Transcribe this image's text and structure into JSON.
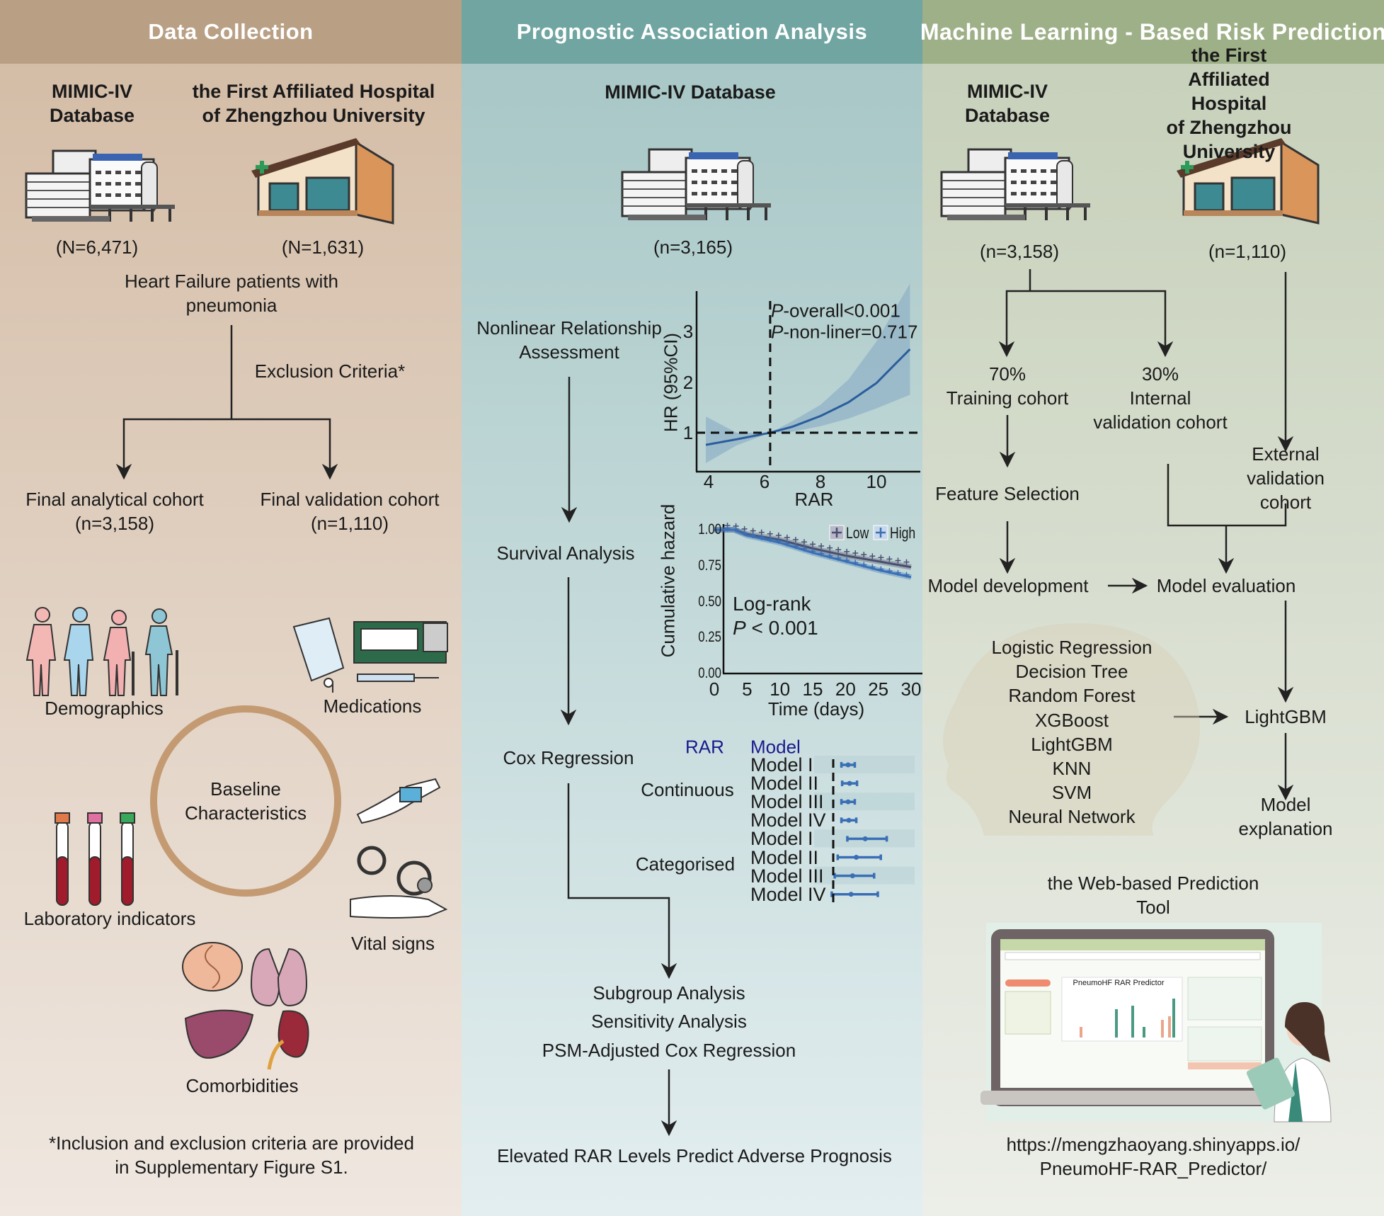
{
  "columns": {
    "data_collection": {
      "header": "Data Collection",
      "source_a": "MIMIC-IV\nDatabase",
      "source_b": "the First Affiliated Hospital\nof Zhengzhou University",
      "n_a": "(N=6,471)",
      "n_b": "(N=1,631)",
      "population": "Heart Failure patients with\npneumonia",
      "exclusion": "Exclusion Criteria*",
      "cohort_a": "Final analytical cohort\n(n=3,158)",
      "cohort_b": "Final validation cohort\n(n=1,110)",
      "baseline": "Baseline\nCharacteristics",
      "categories": {
        "demographics": "Demographics",
        "medications": "Medications",
        "laboratory": "Laboratory indicators",
        "vital_signs": "Vital signs",
        "comorbidities": "Comorbidities"
      },
      "footnote": "*Inclusion and exclusion criteria are provided\nin Supplementary Figure S1.",
      "colors": {
        "header": "#b9a085",
        "circle": "#c49a72"
      }
    },
    "prognostic": {
      "header": "Prognostic Association Analysis",
      "source": "MIMIC-IV Database",
      "n": "(n=3,165)",
      "steps": {
        "nonlinear": "Nonlinear Relationship\nAssessment",
        "survival": "Survival Analysis",
        "cox": "Cox Regression",
        "subgroup": "Subgroup Analysis",
        "sensitivity": "Sensitivity Analysis",
        "psm": "PSM-Adjusted Cox Regression",
        "conclusion": "Elevated RAR Levels Predict Adverse Prognosis"
      },
      "colors": {
        "header": "#70a5a1",
        "curve": "#2a5d9c",
        "band": "#8fb0c6"
      }
    },
    "ml": {
      "header": "Machine Learning - Based Risk Prediction",
      "source_a": "MIMIC-IV\nDatabase",
      "source_b": "the First Affiliated Hospital\nof Zhengzhou University",
      "n_a": "(n=3,158)",
      "n_b": "(n=1,110)",
      "training": "70%\nTraining cohort",
      "internal": "30%\nInternal\nvalidation cohort",
      "external": "External\nvalidation cohort",
      "feature_selection": "Feature Selection",
      "model_development": "Model development",
      "model_evaluation": "Model evaluation",
      "models": [
        "Logistic Regression",
        "Decision Tree",
        "Random Forest",
        "XGBoost",
        "LightGBM",
        "KNN",
        "SVM",
        "Neural Network"
      ],
      "best_model": "LightGBM",
      "model_explanation": "Model explanation",
      "web_tool": "the Web-based Prediction Tool",
      "app_title": "PneumoHF RAR Predictor",
      "url": "https://mengzhaoyang.shinyapps.io/\nPneumoHF-RAR_Predictor/",
      "colors": {
        "header": "#9eb087"
      }
    }
  },
  "chart_data": [
    {
      "type": "line",
      "xlabel": "RAR",
      "ylabel": "HR (95%CI)",
      "xticks": [
        4,
        6,
        8,
        10
      ],
      "yticks": [
        1,
        2,
        3
      ],
      "xlim": [
        3.9,
        11.5
      ],
      "ylim": [
        0.25,
        3.8
      ],
      "reference_lines": {
        "x": 6.2,
        "y": 1
      },
      "annotations": [
        {
          "italic": "P",
          "text": "-overall<0.001"
        },
        {
          "italic": "P",
          "text": "-non-liner=0.717"
        }
      ],
      "x": [
        3.9,
        5,
        6.2,
        7,
        8,
        9,
        10,
        11.2
      ],
      "hr": [
        0.76,
        0.87,
        1.0,
        1.12,
        1.33,
        1.6,
        1.98,
        2.65
      ],
      "lower": [
        0.4,
        0.75,
        1.0,
        1.02,
        1.13,
        1.28,
        1.48,
        1.75
      ],
      "upper": [
        1.32,
        1.0,
        1.0,
        1.23,
        1.55,
        2.05,
        2.8,
        3.95
      ]
    },
    {
      "type": "line",
      "xlabel": "Time (days)",
      "ylabel": "Cumulative hazard",
      "xticks": [
        0,
        5,
        10,
        15,
        20,
        25,
        30
      ],
      "yticks": [
        "0.00",
        "0.25",
        "0.50",
        "0.75",
        "1.00"
      ],
      "xlim": [
        0,
        30
      ],
      "ylim": [
        0,
        1
      ],
      "legend": "top-right",
      "annotation": {
        "line1": "Log-rank",
        "italic": "P",
        "line2": " < 0.001"
      },
      "series": [
        {
          "name": "Low",
          "color": "#4a4e6e",
          "t": [
            0,
            3,
            5,
            10,
            15,
            20,
            25,
            30
          ],
          "values": [
            1.0,
            1.0,
            0.97,
            0.93,
            0.87,
            0.82,
            0.78,
            0.74
          ]
        },
        {
          "name": "High",
          "color": "#3a6fb5",
          "t": [
            0,
            3,
            5,
            10,
            15,
            20,
            25,
            30
          ],
          "values": [
            1.0,
            1.0,
            0.96,
            0.91,
            0.84,
            0.78,
            0.72,
            0.67
          ]
        }
      ]
    },
    {
      "type": "forest",
      "header_variable": "RAR",
      "header_model": "Model",
      "reference": 1,
      "groups": [
        {
          "label": "Continuous",
          "rows": [
            {
              "model": "Model I",
              "hr": 1.2,
              "lo": 1.11,
              "hi": 1.29
            },
            {
              "model": "Model II",
              "hr": 1.22,
              "lo": 1.12,
              "hi": 1.32
            },
            {
              "model": "Model III",
              "hr": 1.2,
              "lo": 1.11,
              "hi": 1.29
            },
            {
              "model": "Model IV",
              "hr": 1.21,
              "lo": 1.11,
              "hi": 1.31
            }
          ]
        },
        {
          "label": "Categorised",
          "rows": [
            {
              "model": "Model I",
              "hr": 1.43,
              "lo": 1.19,
              "hi": 1.72
            },
            {
              "model": "Model II",
              "hr": 1.31,
              "lo": 1.06,
              "hi": 1.64
            },
            {
              "model": "Model III",
              "hr": 1.26,
              "lo": 1.02,
              "hi": 1.55
            },
            {
              "model": "Model IV",
              "hr": 1.24,
              "lo": 0.98,
              "hi": 1.6
            }
          ]
        }
      ]
    }
  ]
}
